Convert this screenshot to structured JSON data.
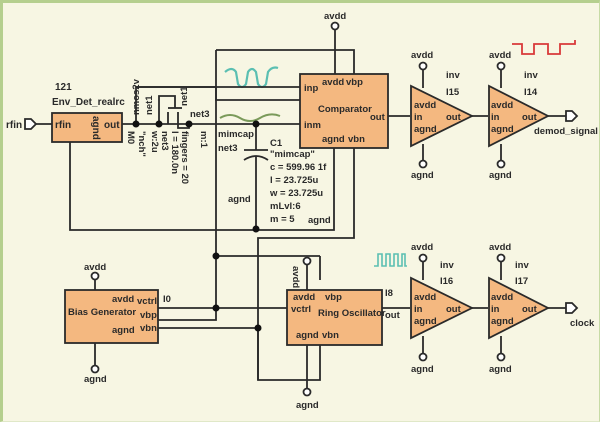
{
  "colors": {
    "background": "#f7f6e3",
    "block_fill": "#f4b880",
    "frame_border": "#b5cf8e",
    "waveform_teal": "#5bbfb2",
    "waveform_green": "#7a9a5a",
    "waveform_red": "#d9393a"
  },
  "ports": {
    "rfin": "rfin",
    "demod_signal": "demod_signal",
    "clock": "clock"
  },
  "supply": {
    "avdd": "avdd",
    "agnd": "agnd"
  },
  "env_det": {
    "instance": "121",
    "name": "Env_Det_realrc",
    "pin_in": "rfin",
    "pin_gnd": "agnd",
    "pin_out": "out"
  },
  "transistor": {
    "model": "nmos2v",
    "net_top": "net1",
    "net_gate": "net1",
    "net_out": "net3",
    "params": [
      "M0",
      "\"nch\"",
      "w:2u",
      "net3",
      "l = 180.0n",
      "fingers = 20",
      "m:1"
    ]
  },
  "capacitor": {
    "model": "mimcap",
    "net": "net3",
    "instance": "C1",
    "params": [
      "\"mimcap\"",
      "c = 599.96 1f",
      "l = 23.725u",
      "w = 23.725u",
      "mLvl:6",
      "m = 5"
    ]
  },
  "comparator": {
    "name": "Comparator",
    "pins": {
      "inp": "inp",
      "inm": "inm",
      "avdd": "avdd",
      "vbp": "vbp",
      "agnd": "agnd",
      "vbn": "vbn",
      "out": "out"
    }
  },
  "inverters": [
    {
      "type": "inv",
      "instance": "I15",
      "pins": {
        "avdd": "avdd",
        "in": "in",
        "agnd": "agnd",
        "out": "out"
      }
    },
    {
      "type": "inv",
      "instance": "I14",
      "pins": {
        "avdd": "avdd",
        "in": "in",
        "agnd": "agnd",
        "out": "out"
      }
    },
    {
      "type": "inv",
      "instance": "I16",
      "pins": {
        "avdd": "avdd",
        "in": "in",
        "agnd": "agnd",
        "out": "out"
      }
    },
    {
      "type": "inv",
      "instance": "I17",
      "pins": {
        "avdd": "avdd",
        "in": "in",
        "agnd": "agnd",
        "out": "out"
      }
    }
  ],
  "bias_gen": {
    "name": "Bias Generator",
    "instance": "I0",
    "pins": {
      "avdd": "avdd",
      "agnd": "agnd",
      "vctrl": "vctrl",
      "vbp": "vbp",
      "vbn": "vbn"
    }
  },
  "ring_osc": {
    "name": "Ring Oscillator",
    "instance": "I8",
    "pins": {
      "avdd": "avdd",
      "vctrl": "vctrl",
      "vbp": "vbp",
      "agnd": "agnd",
      "vbn": "vbn",
      "out": "out"
    }
  }
}
